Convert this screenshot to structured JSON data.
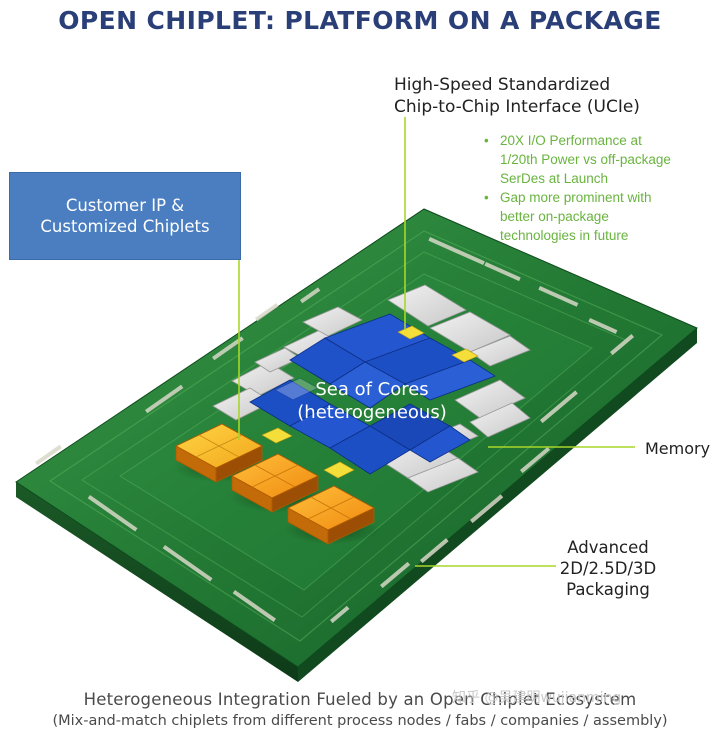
{
  "title": "OPEN CHIPLET: PLATFORM ON A PACKAGE",
  "ucie": {
    "line1": "High-Speed Standardized",
    "line2": "Chip-to-Chip Interface (UCIe)"
  },
  "bullets": [
    {
      "lines": [
        "20X I/O Performance at",
        "1/20th Power vs off-package",
        "SerDes at Launch"
      ]
    },
    {
      "lines": [
        "Gap more prominent with",
        "better on-package",
        "technologies in future"
      ]
    }
  ],
  "customer_ip": {
    "line1": "Customer IP &",
    "line2": "Customized Chiplets"
  },
  "sea_of_cores": {
    "line1": "Sea of Cores",
    "line2": "(heterogeneous)"
  },
  "memory_label": "Memory",
  "advanced": {
    "line1": "Advanced",
    "line2": "2D/2.5D/3D",
    "line3": "Packaging"
  },
  "footer": {
    "line1": "Heterogeneous Integration Fueled by an Open Chiplet Ecosystem",
    "line2": "(Mix-and-match chiplets from different process nodes / fabs / companies / assembly)"
  },
  "watermark": "知乎 @吴建明wujianming",
  "colors": {
    "title": "#2a3f78",
    "bullet_green": "#69b43f",
    "callout_box": "#4a7ec0",
    "substrate_green": "#2f8a3c",
    "core_blue": "#1d4fc4",
    "chiplet_orange": "#f29a1a",
    "leader_line": "#a8d62a"
  }
}
